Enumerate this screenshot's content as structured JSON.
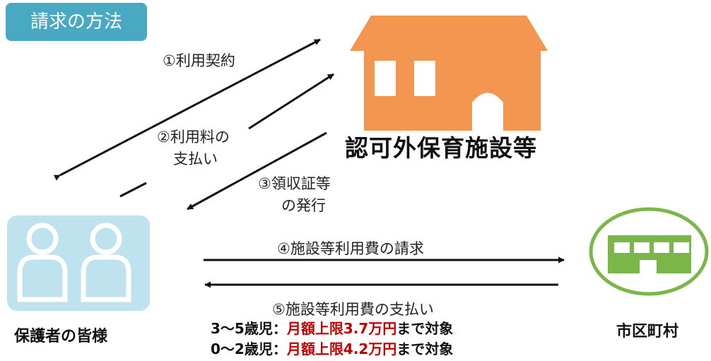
{
  "header": {
    "title": "請求の方法"
  },
  "facility": {
    "name": "認可外保育施設等",
    "icon": "nursery-building-icon",
    "color": "#f29650"
  },
  "parents": {
    "name": "保護者の皆様",
    "icon": "parents-icon",
    "color": "#9fd7e6"
  },
  "municipality": {
    "name": "市区町村",
    "icon": "city-hall-icon",
    "color": "#7ab648"
  },
  "steps": {
    "step1": "①利用契約",
    "step2_line1": "②利用料の",
    "step2_line2": "支払い",
    "step3_line1": "③領収証等",
    "step3_line2": "の発行",
    "step4": "④施設等利用費の請求",
    "step5": "⑤施設等利用費の支払い"
  },
  "limits": {
    "row1_age": "3～5歳児：",
    "row1_limit": "月額上限3.7万円",
    "row1_suffix": "まで対象",
    "row2_age": "0～2歳児：",
    "row2_limit": "月額上限4.2万円",
    "row2_suffix": "まで対象",
    "highlight_color": "#c00000"
  }
}
